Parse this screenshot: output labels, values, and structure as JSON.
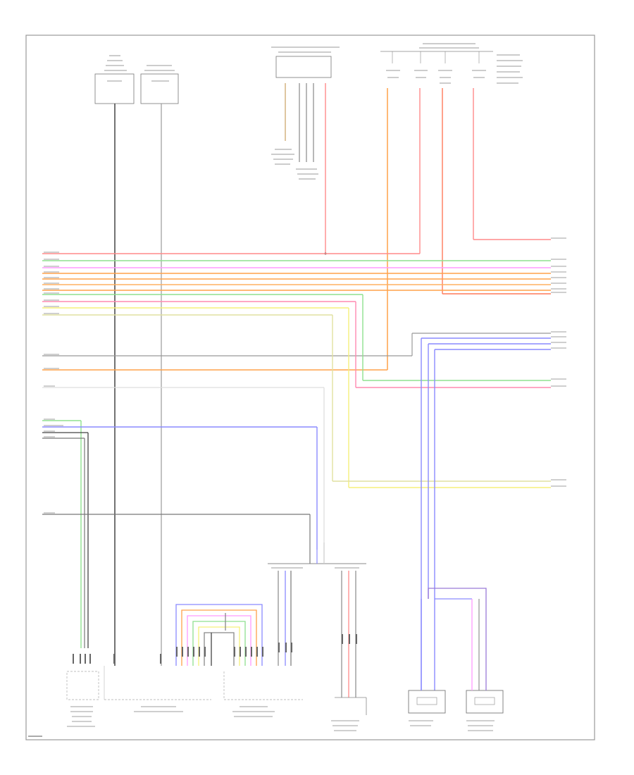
{
  "diagram": {
    "page_label": "",
    "border_color": "#999999",
    "wire_colors": {
      "red": "#ff8a8a",
      "green": "#8fe08f",
      "pink": "#ff9aff",
      "orange": "#ffa24a",
      "yellow": "#f5f07a",
      "gray": "#bdbdbd",
      "blue": "#8a8aff",
      "violet": "#9a7ad8",
      "black": "#444444"
    },
    "components": [
      {
        "id": "radio-module",
        "text": ""
      },
      {
        "id": "bluetooth-module",
        "text": ""
      },
      {
        "id": "comfort-module",
        "text": ""
      },
      {
        "id": "hot-at-all-times-fuse",
        "text": ""
      },
      {
        "id": "front-left-speaker",
        "text": ""
      },
      {
        "id": "front-right-speaker",
        "text": ""
      },
      {
        "id": "connector-bottom-left",
        "text": ""
      },
      {
        "id": "connector-bottom-mid",
        "text": ""
      },
      {
        "id": "connector-bottom-right",
        "text": ""
      },
      {
        "id": "ground",
        "text": ""
      }
    ]
  }
}
